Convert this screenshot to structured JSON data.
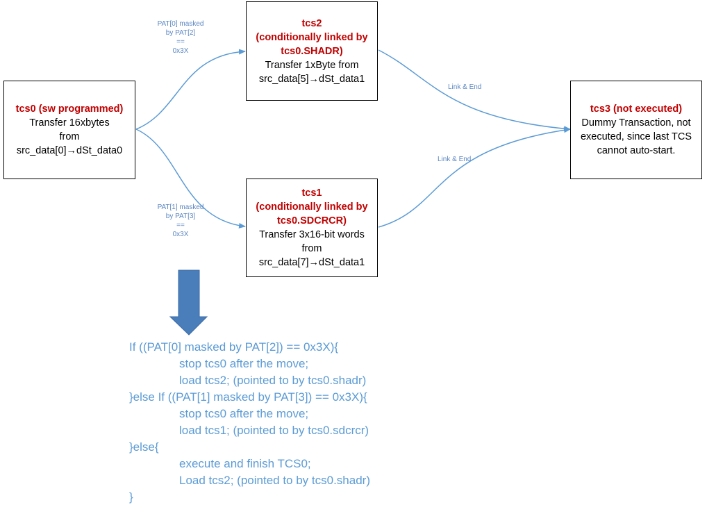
{
  "nodes": {
    "tcs0": {
      "title": [
        "tcs0 (sw programmed)"
      ],
      "body": [
        "Transfer 16xbytes",
        "from",
        "src_data[0]→dSt_data0"
      ]
    },
    "tcs2": {
      "title": [
        "tcs2",
        "(conditionally linked by",
        "tcs0.SHADR)"
      ],
      "body": [
        "Transfer 1xByte from",
        "src_data[5]→dSt_data1"
      ]
    },
    "tcs1": {
      "title": [
        "tcs1",
        "(conditionally linked by",
        "tcs0.SDCRCR)"
      ],
      "body": [
        "Transfer 3x16-bit words",
        "from",
        "src_data[7]→dSt_data1"
      ]
    },
    "tcs3": {
      "title": [
        "tcs3 (not executed)"
      ],
      "body": [
        "Dummy Transaction, not",
        "executed, since last TCS",
        "cannot auto-start."
      ]
    }
  },
  "edges": {
    "tcs0_tcs2": {
      "label": [
        "PAT[0] masked",
        "by PAT[2]",
        "==",
        "0x3X"
      ]
    },
    "tcs0_tcs1": {
      "label": [
        "PAT[1] masked",
        "by PAT[3]",
        "==",
        "0x3X"
      ]
    },
    "tcs2_tcs3": {
      "label": [
        "Link & End"
      ]
    },
    "tcs1_tcs3": {
      "label": [
        "Link & End"
      ]
    }
  },
  "pseudocode": [
    "If ((PAT[0] masked by PAT[2]) == 0x3X){",
    "stop tcs0 after the move;",
    "load tcs2; (pointed to by tcs0.shadr)",
    "}else If ((PAT[1] masked by PAT[3]) == 0x3X){",
    "stop tcs0 after the move;",
    "load tcs1; (pointed to by tcs0.sdcrcr)",
    "}else{",
    "execute and finish TCS0;",
    "Load tcs2; (pointed to by tcs0.shadr)",
    "}"
  ],
  "colors": {
    "title": "#c00000",
    "connector": "#5b9bd5",
    "arrow_block": "#4a7ebb",
    "code": "#5b9bd5"
  }
}
